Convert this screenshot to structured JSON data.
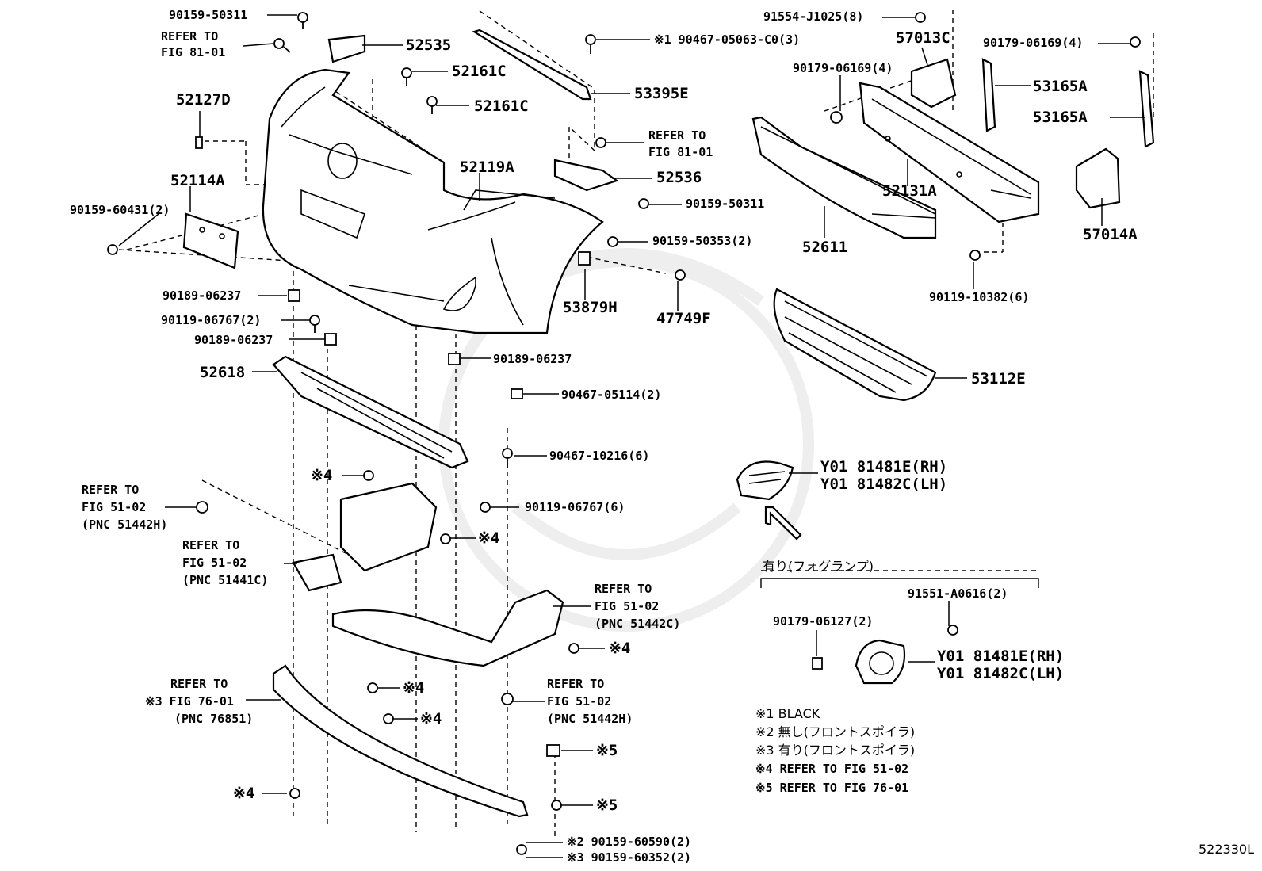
{
  "diagram_title": "",
  "figure_code": "522330L",
  "callouts": {
    "p_90159_50311_top": "90159-50311",
    "refer_81_01_a1": "REFER TO",
    "refer_81_01_a2": "FIG 81-01",
    "p_52535": "52535",
    "p_52161C_a": "52161C",
    "p_52161C_b": "52161C",
    "p_52127D": "52127D",
    "p_52114A": "52114A",
    "p_90159_60431": "90159-60431(2)",
    "p_52119A": "52119A",
    "p_90467_05063": "※1 90467-05063-C0(3)",
    "p_53395E": "53395E",
    "refer_81_01_b1": "REFER TO",
    "refer_81_01_b2": "FIG 81-01",
    "p_52536": "52536",
    "p_90159_50311_mid": "90159-50311",
    "p_90159_50353": "90159-50353(2)",
    "p_53879H": "53879H",
    "p_47749F": "47749F",
    "p_91554_J1025": "91554-J1025(8)",
    "p_57013C": "57013C",
    "p_90179_06169_a": "90179-06169(4)",
    "p_90179_06169_b": "90179-06169(4)",
    "p_53165A_a": "53165A",
    "p_53165A_b": "53165A",
    "p_52131A": "52131A",
    "p_52611": "52611",
    "p_57014A": "57014A",
    "p_90119_10382": "90119-10382(6)",
    "p_90189_06237_a": "90189-06237",
    "p_90119_06767_a": "90119-06767(2)",
    "p_90189_06237_b": "90189-06237",
    "p_52618": "52618",
    "p_90189_06237_c": "90189-06237",
    "p_90467_05114": "90467-05114(2)",
    "p_53112E": "53112E",
    "p_90467_10216": "90467-10216(6)",
    "p_Y01_RH_a": "Y01 81481E(RH)",
    "p_Y01_LH_a": "Y01 81482C(LH)",
    "star4_a": "※4",
    "refer_51_02_a1": "REFER TO",
    "refer_51_02_a2": "FIG 51-02",
    "refer_51_02_a3": "(PNC 51442H)",
    "p_90119_06767_b": "90119-06767(6)",
    "star4_b": "※4",
    "refer_51_02_b1": "REFER TO",
    "refer_51_02_b2": "FIG 51-02",
    "refer_51_02_b3": "(PNC 51441C)",
    "refer_51_02_c1": "REFER TO",
    "refer_51_02_c2": "FIG 51-02",
    "refer_51_02_c3": "(PNC 51442C)",
    "star4_c": "※4",
    "fog_header": "有り(フォグランプ)",
    "p_91551_A0616": "91551-A0616(2)",
    "p_90179_06127": "90179-06127(2)",
    "p_Y01_RH_b": "Y01 81481E(RH)",
    "p_Y01_LH_b": "Y01 81482C(LH)",
    "star4_d": "※4",
    "refer_51_02_d1": "REFER TO",
    "refer_51_02_d2": "FIG 51-02",
    "refer_51_02_d3": "(PNC 51442H)",
    "refer_76_01_1": "REFER TO",
    "refer_76_01_2": "※3 FIG 76-01",
    "refer_76_01_3": "(PNC 76851)",
    "star4_e": "※4",
    "star5_a": "※5",
    "star5_b": "※5",
    "star4_f": "※4",
    "p_90159_60590": "※2 90159-60590(2)",
    "p_90159_60352": "※3 90159-60352(2)"
  },
  "notes": {
    "n1": "※1 BLACK",
    "n2": "※2 無し(フロントスポイラ)",
    "n3": "※3 有り(フロントスポイラ)",
    "n4": "※4 REFER TO FIG 51-02",
    "n5": "※5 REFER TO FIG 76-01"
  },
  "icons": [
    "bolt-icon",
    "clip-icon",
    "nut-icon",
    "arrow-up-left-icon"
  ]
}
